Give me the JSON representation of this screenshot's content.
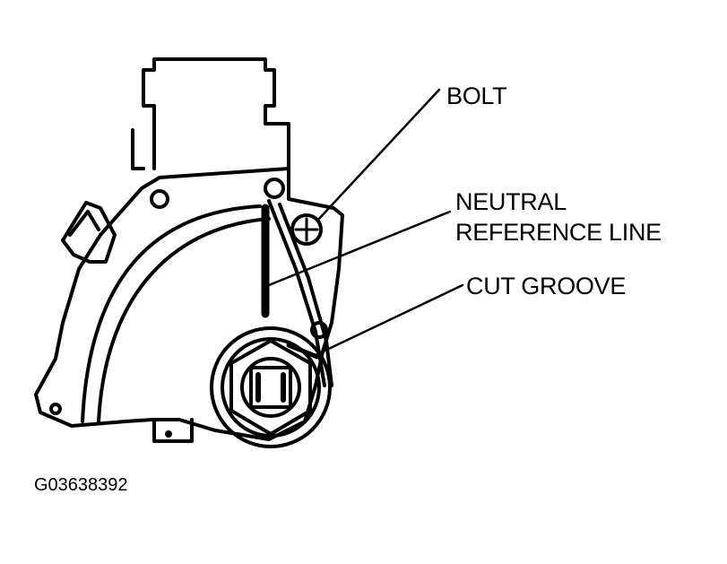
{
  "callouts": {
    "bolt": "BOLT",
    "neutral_line_1": "NEUTRAL",
    "neutral_line_2": "REFERENCE LINE",
    "cut_groove": "CUT GROOVE"
  },
  "figure_code": "G03638392",
  "colors": {
    "ink": "#000000",
    "paper": "#ffffff"
  }
}
